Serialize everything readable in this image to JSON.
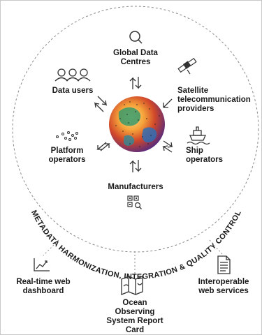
{
  "nodes": {
    "global_data_centres": "Global Data\nCentres",
    "satellite": "Satellite\ntelecommunication\nproviders",
    "ship_operators": "Ship\noperators",
    "manufacturers": "Manufacturers",
    "platform_operators": "Platform\noperators",
    "data_users": "Data users"
  },
  "ring_text": "METADATA HARMONIZATION, INTEGRATION & QUALITY CONTROL",
  "outputs": {
    "dashboard": "Real-time web\ndashboard",
    "report_card": "Ocean\nObserving\nSystem Report\nCard",
    "web_services": "Interoperable\nweb services"
  },
  "icons": [
    "search-icon",
    "satellite-icon",
    "ship-icon",
    "qr-code-icon",
    "dots-icon",
    "users-icon",
    "chart-icon",
    "map-icon",
    "document-icon",
    "globe-icon"
  ],
  "colors": {
    "text": "#1a1a1a",
    "dashed": "#8a8a8a"
  }
}
